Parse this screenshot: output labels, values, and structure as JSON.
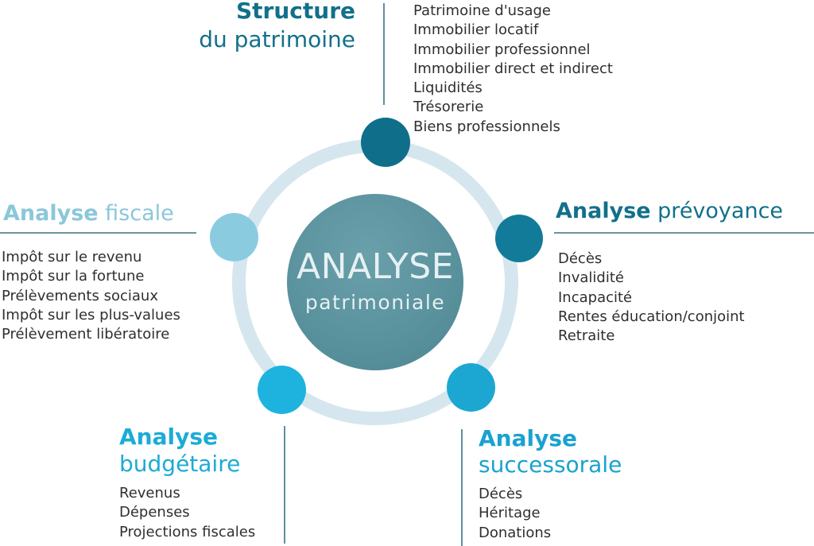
{
  "colors": {
    "dark_teal": "#0f6f8a",
    "light_blue": "#8bcbe0",
    "bright_cyan": "#1eb3de",
    "cyan": "#1ca7d3",
    "center": "#5a929e",
    "ring": "#d5e6ee"
  },
  "center": {
    "line1": "ANALYSE",
    "line2": "patrimoniale"
  },
  "structure": {
    "title_bold": "Structure",
    "title_rest": "du patrimoine",
    "items": [
      "Patrimoine d'usage",
      "Immobilier locatif",
      "Immobilier professionnel",
      "Immobilier direct et indirect",
      "Liquidités",
      "Trésorerie",
      "Biens professionnels"
    ]
  },
  "fiscale": {
    "title_bold": "Analyse",
    "title_rest": "fiscale",
    "items": [
      "Impôt sur le revenu",
      "Impôt sur la fortune",
      "Prélèvements sociaux",
      "Impôt sur les plus-values",
      "Prélèvement libératoire"
    ]
  },
  "prevoyance": {
    "title_bold": "Analyse",
    "title_rest": "prévoyance",
    "items": [
      "Décès",
      "Invalidité",
      "Incapacité",
      "Rentes éducation/conjoint",
      "Retraite"
    ]
  },
  "budgetaire": {
    "title_bold": "Analyse",
    "title_rest": "budgétaire",
    "items": [
      "Revenus",
      "Dépenses",
      "Projections fiscales"
    ]
  },
  "successorale": {
    "title_bold": "Analyse",
    "title_rest": "successorale",
    "items": [
      "Décès",
      "Héritage",
      "Donations"
    ]
  }
}
